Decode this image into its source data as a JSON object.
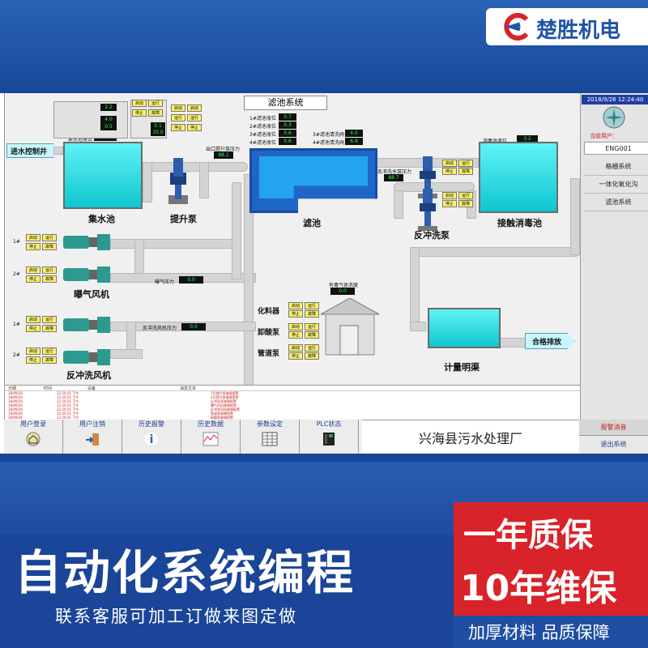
{
  "brand": {
    "name": "楚胜机电"
  },
  "scada": {
    "title": "滤池系统",
    "datetime": "2018/9/26 12:24:40",
    "current_user_label": "当前用户：",
    "current_user": "ENG001",
    "systems": [
      "格栅系统",
      "一体化氧化沟",
      "滤池系统"
    ],
    "inlet_label": "进水控制井",
    "collect_label": "集水池",
    "lift_label": "提升泵",
    "filter_label": "滤池",
    "backwash_pump_label": "反冲洗泵",
    "disinfect_label": "接触消毒池",
    "aeration_label": "曝气风机",
    "backwash_fan_label": "反冲洗风机",
    "meter_label": "计量明渠",
    "outlet_label": "合格排放",
    "outlet_pressure_label": "出口提升泵压力",
    "outlet_pressure_value": "88.1",
    "aeration_pressure_label": "曝气压力",
    "aeration_pressure_value": "0.0",
    "backwash_pressure_label": "反冲洗风机压力",
    "backwash_pressure_value": "0.0",
    "bw_pump_pressure_label": "反冲洗水泵压力",
    "bw_pump_pressure_value": "88.7",
    "disinfect_level_label": "消毒池液位",
    "disinfect_level_value": "3.2",
    "collect_level_label": "集水池液位",
    "collect_level_value": "3.2",
    "gas_label": "有毒气体浓度",
    "gas_value": "0.0",
    "chem_labels": [
      "化料器",
      "卸酸泵",
      "管道泵"
    ],
    "filter_levels": [
      {
        "label": "1#滤池液位",
        "value": "0.7"
      },
      {
        "label": "2#滤池液位",
        "value": "0.3"
      },
      {
        "label": "3#滤池液位",
        "value": "0.6"
      },
      {
        "label": "4#滤池液位",
        "value": "0.6"
      }
    ],
    "filter_valves": [
      {
        "label": "3#滤池清洗阀",
        "value": "4.0"
      },
      {
        "label": "4#滤池清洗阀",
        "value": "6.8"
      }
    ],
    "btn_start": "启动",
    "btn_stop": "停止",
    "btn_run": "运行",
    "btn_fault": "故障",
    "fan_numbers": [
      "1#",
      "2#"
    ],
    "alarm_headers": [
      "日期",
      "时间",
      "设备",
      "消息文本"
    ],
    "alarm_rows": [
      {
        "date": "18/09/26",
        "time": "12:20:21 下午",
        "msg": "1号提升泵故障报警"
      },
      {
        "date": "18/09/26",
        "time": "12:20:21 下午",
        "msg": "2号提升泵故障报警"
      },
      {
        "date": "18/09/26",
        "time": "12:20:21 下午",
        "msg": "反冲洗泵故障报警"
      },
      {
        "date": "18/09/26",
        "time": "12:20:21 下午",
        "msg": "曝气风机故障报警"
      },
      {
        "date": "18/09/26",
        "time": "12:20:21 下午",
        "msg": "反冲洗风机故障报警"
      },
      {
        "date": "18/09/26",
        "time": "12:20:21 下午",
        "msg": "管道泵故障报警"
      },
      {
        "date": "18/09/26",
        "time": "12:20:21 下午",
        "msg": "卸酸泵故障报警"
      }
    ],
    "nav": [
      "用户登录",
      "用户注销",
      "历史报警",
      "历史数据",
      "参数设定",
      "PLC状态"
    ],
    "plant_name": "兴海县污水处理厂",
    "alarm_ack": "报警消音",
    "exit": "退出系统"
  },
  "promo": {
    "slogan": "自动化系统编程",
    "subtext": "联系客服可加工订做来图定做",
    "warranty1": "一年质保",
    "warranty2": "10年维保",
    "bottom_right": "加厚材料 品质保障"
  },
  "colors": {
    "brand_blue": "#1f53a8",
    "accent_red": "#d9232a",
    "tank_cyan": "#18d3dc",
    "display_green": "#23ff4c"
  }
}
